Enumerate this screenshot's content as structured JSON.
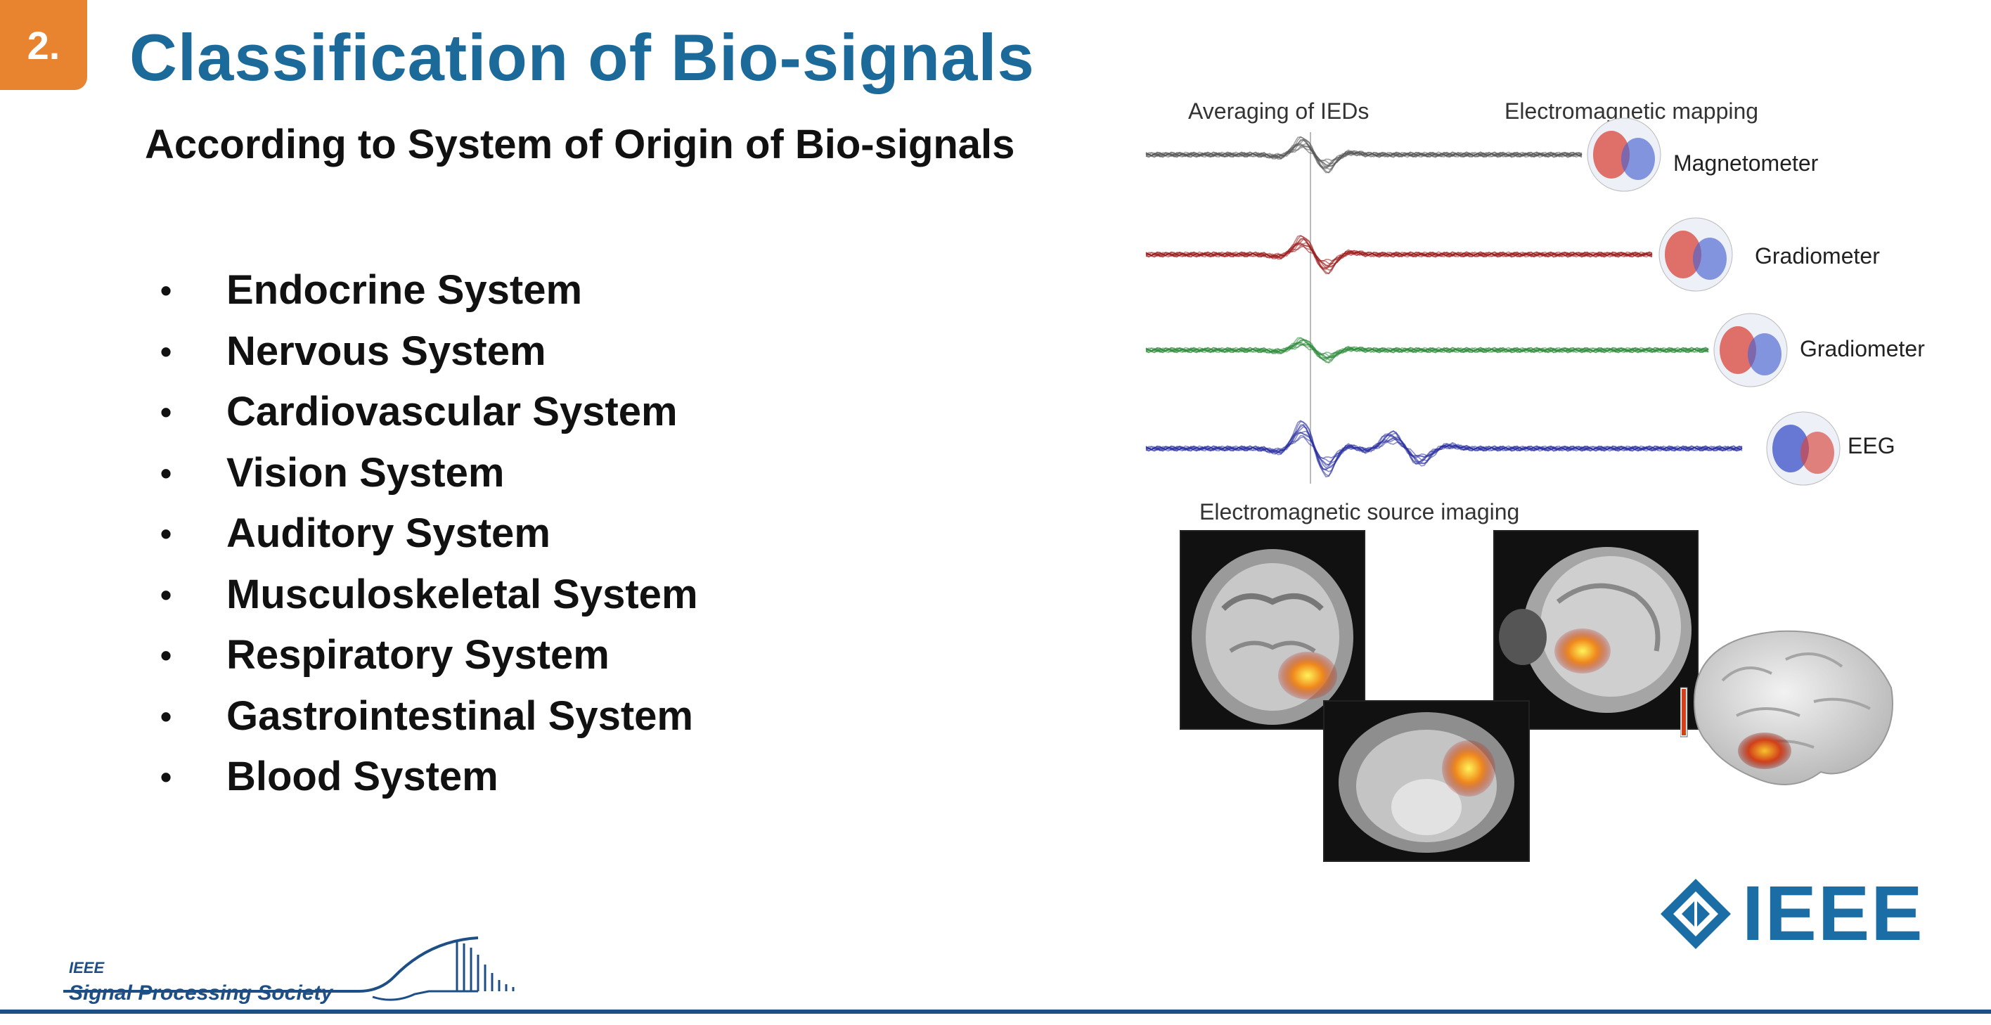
{
  "slide": {
    "number": "2.",
    "title": "Classification of Bio-signals",
    "subtitle": "According to System of Origin of Bio-signals",
    "bullet_glyph": "•",
    "systems": [
      "Endocrine System",
      "Nervous System",
      "Cardiovascular System",
      "Vision System",
      "Auditory System",
      "Musculoskeletal System",
      "Respiratory System",
      "Gastrointestinal System",
      "Blood System"
    ]
  },
  "figure": {
    "label_averaging": "Averaging of IEDs",
    "label_mapping": "Electromagnetic mapping",
    "label_source": "Electromagnetic source imaging",
    "sensors": [
      "Magnetometer",
      "Gradiometer",
      "Gradiometer",
      "EEG"
    ],
    "trace_colors": [
      "#555555",
      "#9b1c1c",
      "#2e8b3a",
      "#2a2f9e"
    ]
  },
  "logos": {
    "ieee": "IEEE",
    "sps_top": "IEEE",
    "sps": "Signal Processing Society"
  },
  "colors": {
    "accent_orange": "#e8832f",
    "title_blue": "#1b6a9a",
    "ieee_blue": "#1b6da6"
  }
}
